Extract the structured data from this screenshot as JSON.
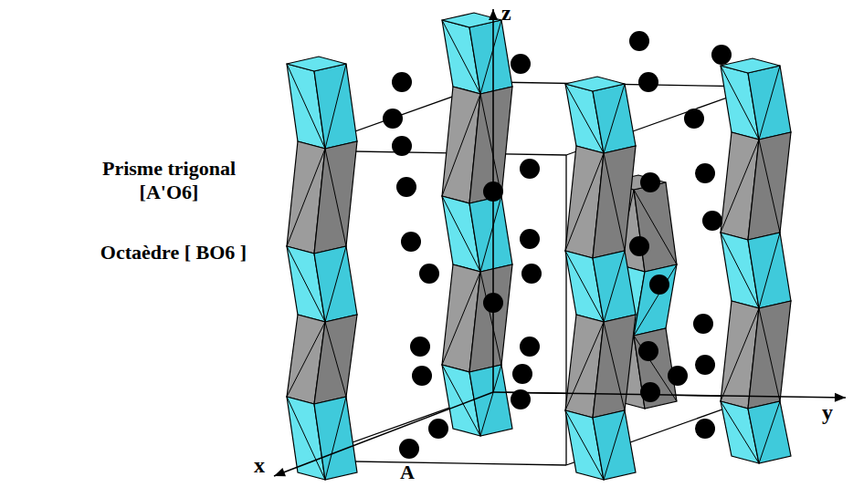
{
  "diagram": {
    "labels": [
      "Prisme trigonal [A'O6]",
      "Octaèdre [ BO6 ]",
      "z",
      "y",
      "x",
      "A"
    ]
  }
}
